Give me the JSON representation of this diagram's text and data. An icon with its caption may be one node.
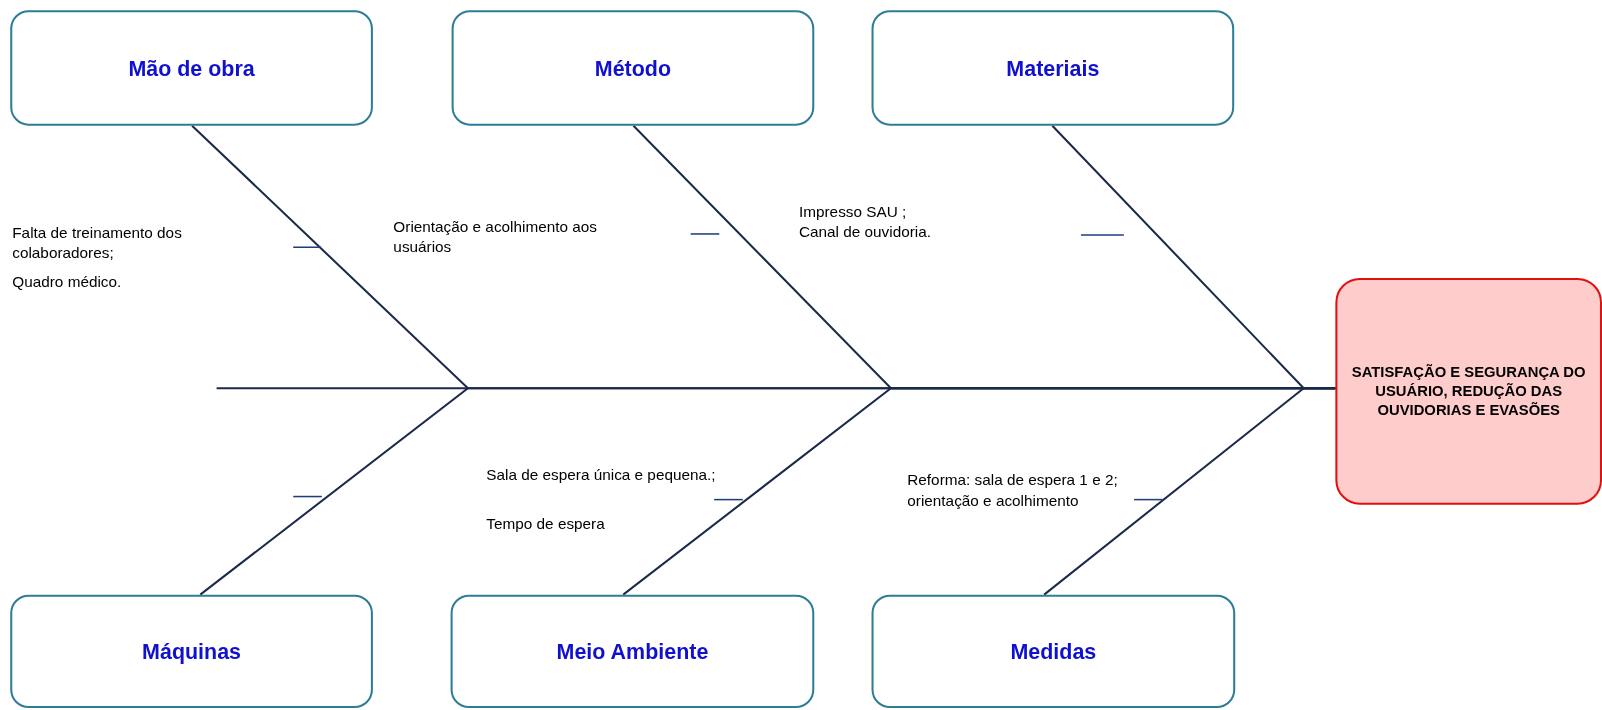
{
  "diagram": {
    "nodes": [
      {
        "text": [
          "Mão de obra"
        ]
      },
      {
        "text": [
          "Método"
        ]
      },
      {
        "text": [
          "Materiais"
        ]
      },
      {
        "text": [
          "SATISFAÇÃO E SEGURANÇA DO USUÁRIO, REDUÇÃO DAS OUVIDORIAS E EVASÕES"
        ]
      },
      {
        "text": [
          "Máquinas"
        ]
      },
      {
        "text": [
          "Meio Ambiente"
        ]
      },
      {
        "text": [
          "Medidas"
        ]
      }
    ],
    "edges": [
      {
        "from": 0,
        "to": 3,
        "arrow": "none"
      },
      {
        "from": 1,
        "to": 3,
        "arrow": "none"
      },
      {
        "from": 2,
        "to": 3,
        "arrow": "none"
      },
      {
        "from": 4,
        "to": 3,
        "arrow": "none"
      },
      {
        "from": 5,
        "to": 3,
        "arrow": "none"
      },
      {
        "from": 6,
        "to": 3,
        "arrow": "none"
      }
    ],
    "labels": [
      "Falta de treinamento dos colaboradores;",
      "Quadro médico.",
      "Orientação e acolhimento aos usuários",
      "Impresso SAU ;",
      "Canal de ouvidoria.",
      "Sala de espera única e pequena.;",
      "Tempo de espera",
      "Reforma: sala de espera 1 e 2; orientação e acolhimento"
    ]
  }
}
